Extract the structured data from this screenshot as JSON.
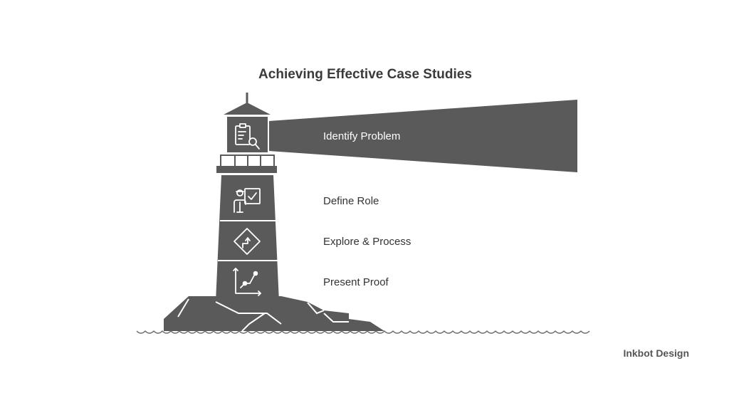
{
  "title": "Achieving Effective Case Studies",
  "steps": [
    {
      "label": "Identify Problem",
      "icon": "clipboard-search-icon"
    },
    {
      "label": "Define Role",
      "icon": "presenter-board-icon"
    },
    {
      "label": "Explore & Process",
      "icon": "route-sign-icon"
    },
    {
      "label": "Present Proof",
      "icon": "growth-graph-icon"
    }
  ],
  "brand": "Inkbot Design",
  "colors": {
    "shape": "#5a5a5a",
    "icon": "#ffffff",
    "text": "#333333",
    "water": "#6a6a6a"
  }
}
